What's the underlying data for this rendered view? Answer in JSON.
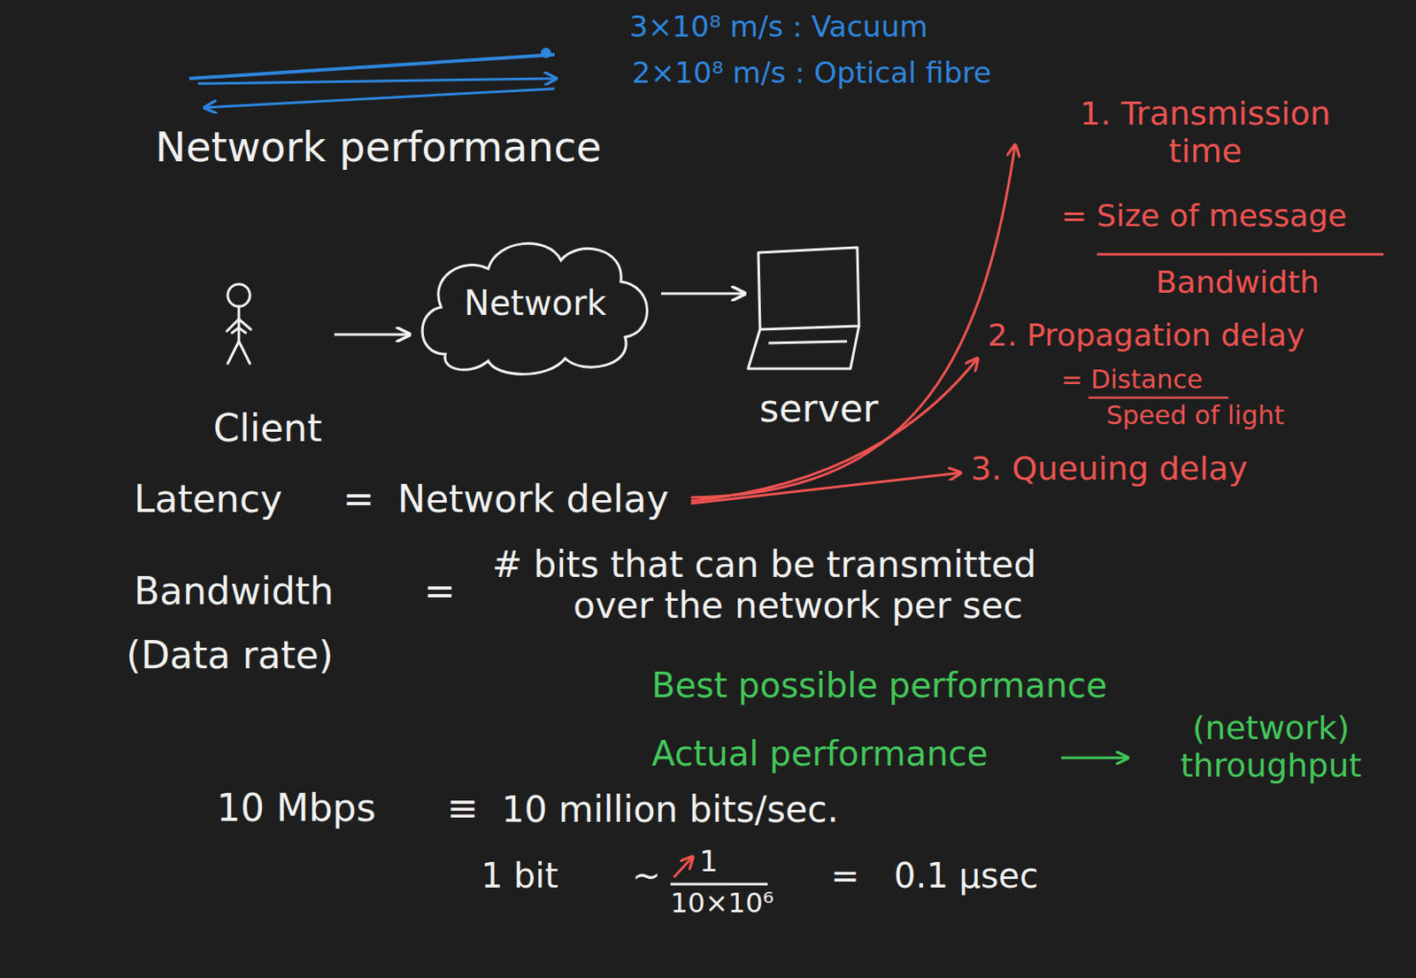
{
  "diagram": {
    "title": "Network performance",
    "nodes": [
      {
        "text": [
          "Client"
        ]
      },
      {
        "text": [
          "Network"
        ]
      },
      {
        "text": [
          "server"
        ]
      }
    ],
    "edges": [
      {
        "from": 0,
        "to": 1,
        "arrow": "to"
      },
      {
        "from": 1,
        "to": 2,
        "arrow": "to"
      }
    ],
    "labels": [
      "3×10⁸ m/s : Vacuum",
      "2×10⁸ m/s : Optical fibre",
      "1. Transmission time",
      "= Size of message",
      "Bandwidth",
      "2. Propagation delay",
      "= Distance",
      "Speed of light",
      "3. Queuing delay",
      "Latency",
      "=",
      "Network delay",
      "Bandwidth",
      "(Data rate)",
      "=",
      "# bits that can be transmitted over the network per sec",
      "Best possible performance",
      "Actual performance",
      "(network) throughput",
      "10 Mbps",
      "≡",
      "10 million bits/sec.",
      "1 bit",
      "~",
      "1",
      "10×10⁶",
      "=",
      "0.1 μsec"
    ]
  }
}
